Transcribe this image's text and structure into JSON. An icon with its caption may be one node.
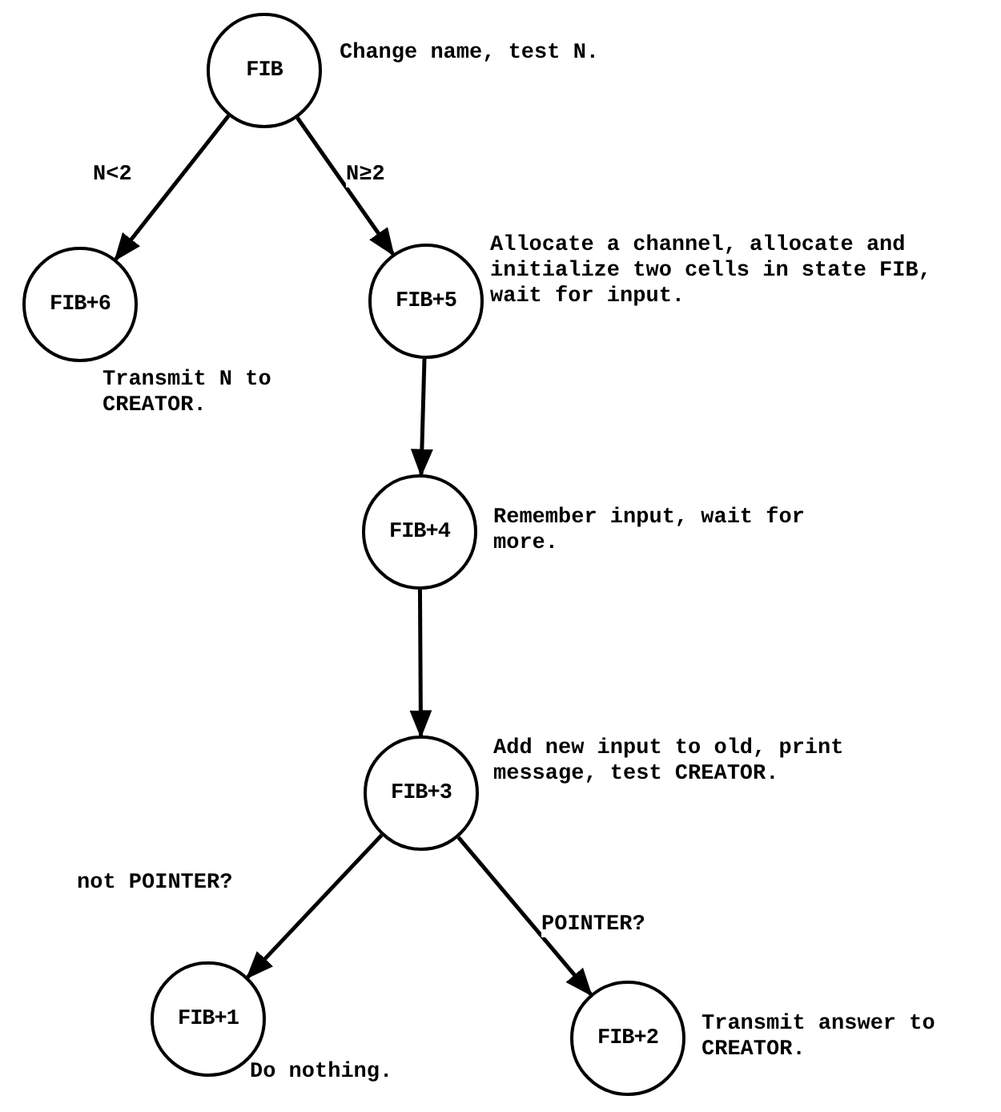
{
  "diagram": {
    "nodes": [
      {
        "text": [
          "FIB"
        ],
        "beside": [
          "Change name, test N."
        ]
      },
      {
        "text": [
          "FIB+6"
        ],
        "beside": [
          "Transmit N to CREATOR."
        ]
      },
      {
        "text": [
          "FIB+5"
        ],
        "beside": [
          "Allocate a channel, allocate and initialize two cells in state FIB, wait for input."
        ]
      },
      {
        "text": [
          "FIB+4"
        ],
        "beside": [
          "Remember input, wait for more."
        ]
      },
      {
        "text": [
          "FIB+3"
        ],
        "beside": [
          "Add new input to old, print message, test CREATOR."
        ]
      },
      {
        "text": [
          "FIB+1"
        ],
        "beside": [
          "Do nothing."
        ]
      },
      {
        "text": [
          "FIB+2"
        ],
        "beside": [
          "Transmit answer to CREATOR."
        ]
      }
    ],
    "edges": [
      {
        "from": 0,
        "to": 1,
        "arrow": "to",
        "label": "N<2"
      },
      {
        "from": 0,
        "to": 2,
        "arrow": "to",
        "label": "N≥2"
      },
      {
        "from": 2,
        "to": 3,
        "arrow": "to"
      },
      {
        "from": 3,
        "to": 4,
        "arrow": "to"
      },
      {
        "from": 4,
        "to": 5,
        "arrow": "to",
        "label": "not POINTER?"
      },
      {
        "from": 4,
        "to": 6,
        "arrow": "to",
        "label": "POINTER?"
      }
    ]
  }
}
